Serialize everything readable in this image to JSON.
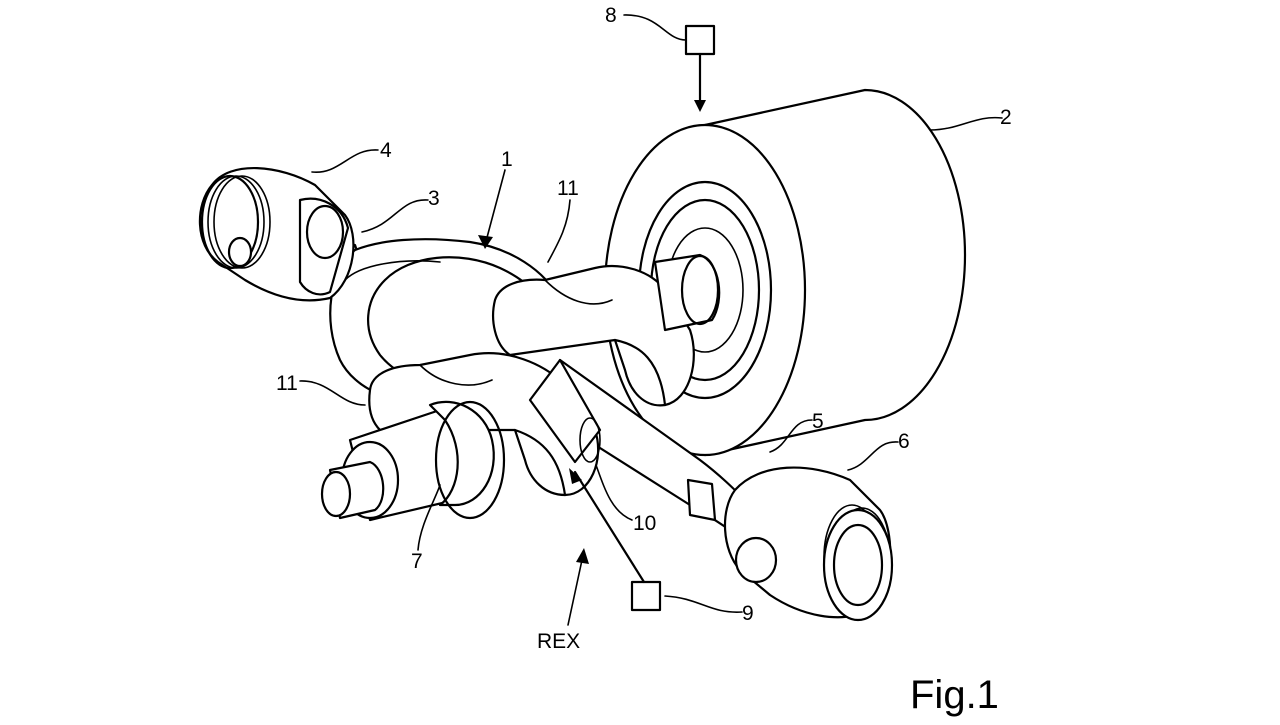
{
  "labels": {
    "l1": "1",
    "l2": "2",
    "l3": "3",
    "l4": "4",
    "l5": "5",
    "l6": "6",
    "l7": "7",
    "l8": "8",
    "l9": "9",
    "l10": "10",
    "l11_upper": "11",
    "l11_left": "11",
    "rex": "REX"
  },
  "caption": "Fig.1"
}
